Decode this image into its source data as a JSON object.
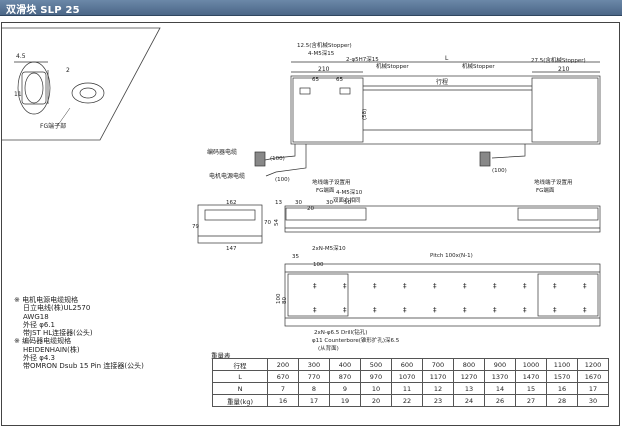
{
  "header": {
    "title": "双滑块 SLP 25"
  },
  "drawing": {
    "detail_dims": [
      "4.5",
      "2",
      "11"
    ],
    "detail_label": "FG端子部",
    "top_callouts": [
      "12.5(含机械Stopper)",
      "4-M5深15",
      "2-φ5H7深15",
      "机械Stopper",
      "机械Stopper",
      "27.5(含机械Stopper)"
    ],
    "length_label": "L",
    "dim_210_left": "210",
    "dim_210_right": "210",
    "dim_65a": "65",
    "dim_65b": "65",
    "stroke_label": "行程",
    "height_dim": "(58)",
    "encoder_cable": "编码器电缆",
    "motor_cable": "电机电源电缆",
    "cable_len_1": "(100)",
    "cable_len_2": "(100)",
    "cable_len_3": "(100)",
    "mount_labels": [
      "地线端子设置用",
      "4-M5深10",
      "双面右相同",
      "FG端面",
      "地线端子设置用",
      "FG端面"
    ],
    "side_dims": [
      "30",
      "20",
      "30",
      "50",
      "54"
    ],
    "end_dims": [
      "162",
      "147",
      "79",
      "70",
      "13"
    ],
    "pitch_label": "Pitch 100x(N-1)",
    "base_holes_label": "2xN-M5深10",
    "base_dims": [
      "35",
      "100",
      "100",
      "80"
    ],
    "counterbore_labels": [
      "2xN-φ6.5 Drill(钻孔)",
      "φ11 Counterbore(锥形扩孔)深6.5",
      "(从背面)"
    ]
  },
  "notes": {
    "motor_title": "※ 电机电源电缆规格",
    "motor_lines": [
      "日立电线(株)UL2570",
      "AWG18",
      "外径 φ6.1",
      "带JST HL连接器(公头)"
    ],
    "encoder_title": "※ 编码器电缆规格",
    "encoder_lines": [
      "HEIDENHAIN(株)",
      "外径 φ4.3",
      "带OMRON Dsub 15 Pin 连接器(公头)"
    ]
  },
  "table": {
    "title": "重量表",
    "rows": [
      {
        "label": "行程",
        "values": [
          "200",
          "300",
          "400",
          "500",
          "600",
          "700",
          "800",
          "900",
          "1000",
          "1100",
          "1200"
        ]
      },
      {
        "label": "L",
        "values": [
          "670",
          "770",
          "870",
          "970",
          "1070",
          "1170",
          "1270",
          "1370",
          "1470",
          "1570",
          "1670"
        ]
      },
      {
        "label": "N",
        "values": [
          "7",
          "8",
          "9",
          "10",
          "11",
          "12",
          "13",
          "14",
          "15",
          "16",
          "17"
        ]
      },
      {
        "label": "重量(kg)",
        "values": [
          "16",
          "17",
          "19",
          "20",
          "22",
          "23",
          "24",
          "26",
          "27",
          "28",
          "30"
        ]
      }
    ]
  }
}
